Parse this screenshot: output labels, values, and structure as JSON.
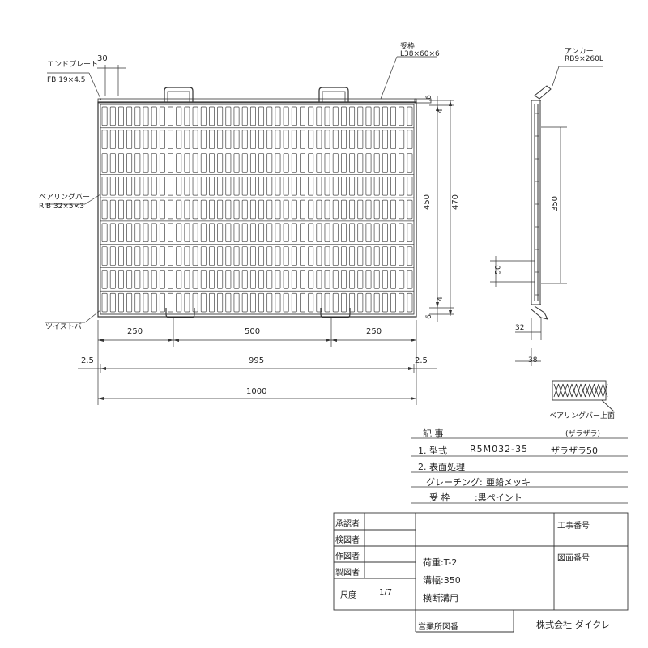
{
  "drawing": {
    "labels": {
      "end_plate": "エンドプレート",
      "end_plate_spec": "FB 19×4.5",
      "receiving_frame": "受枠",
      "receiving_frame_spec": "L38×60×6",
      "bearing_bar": "ベアリングバー",
      "bearing_bar_spec": "RIB 32×5×3",
      "twist_bar": "ツイストバー",
      "anchor": "アンカー",
      "anchor_spec": "RB9×260L",
      "bearing_bar_top": "ベアリングバー上面",
      "bearing_bar_top_note": "(ザラザラ)"
    },
    "dims": {
      "d30": "30",
      "d6_top": "6",
      "d4_top": "4",
      "d450": "450",
      "d470": "470",
      "d4_bot": "4",
      "d6_bot": "6",
      "d250_left": "250",
      "d500": "500",
      "d250_right": "250",
      "d2_5_left": "2.5",
      "d995": "995",
      "d2_5_right": "2.5",
      "d1000": "1000",
      "d350": "350",
      "d50": "50",
      "d32": "32",
      "d38": "38"
    }
  },
  "notes": {
    "heading": "記 事",
    "line1_label": "1. 型式",
    "line1_model": "R5M032-35",
    "line1_finish": "ザラザラ50",
    "line2": "2. 表面処理",
    "line3_label": "グレーチング:",
    "line3_value": "亜鉛メッキ",
    "line4_label": "受 枠",
    "line4_value": ":黒ペイント"
  },
  "title_block": {
    "approver": "承認者",
    "checker": "検図者",
    "drafter": "作図者",
    "maker": "製図者",
    "scale_label": "尺度",
    "scale_value": "1/7",
    "load": "荷重:T-2",
    "width": "溝幅:350",
    "usage": "横断溝用",
    "project_no": "工事番号",
    "drawing_no": "図面番号",
    "office_no": "営業所図番",
    "company": "株式会社 ダイクレ"
  }
}
